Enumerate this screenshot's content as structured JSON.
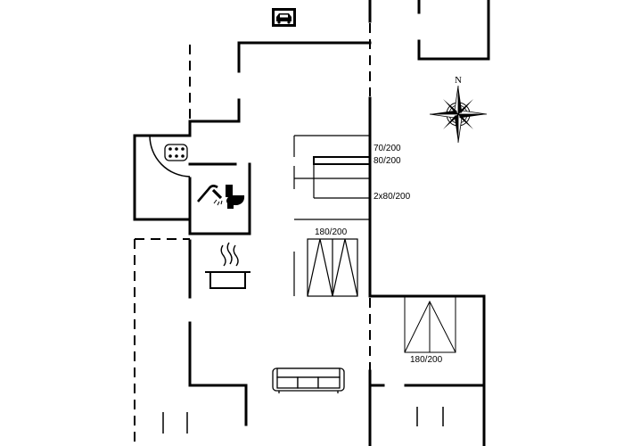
{
  "floorplan": {
    "compass_label": "N",
    "bed_labels": {
      "single_a": "70/200",
      "single_b": "80/200",
      "twin": "2x80/200",
      "double_mid": "180/200",
      "double_right": "180/200"
    },
    "icons": {
      "carport": "car-icon",
      "spa": "whirlpool-icon",
      "shower": "shower-icon",
      "toilet": "toilet-icon",
      "kitchen": "cooking-pot-icon",
      "living": "sofa-icon",
      "compass": "compass-rose-icon"
    },
    "colors": {
      "wall": "#000000",
      "background": "#ffffff"
    }
  }
}
